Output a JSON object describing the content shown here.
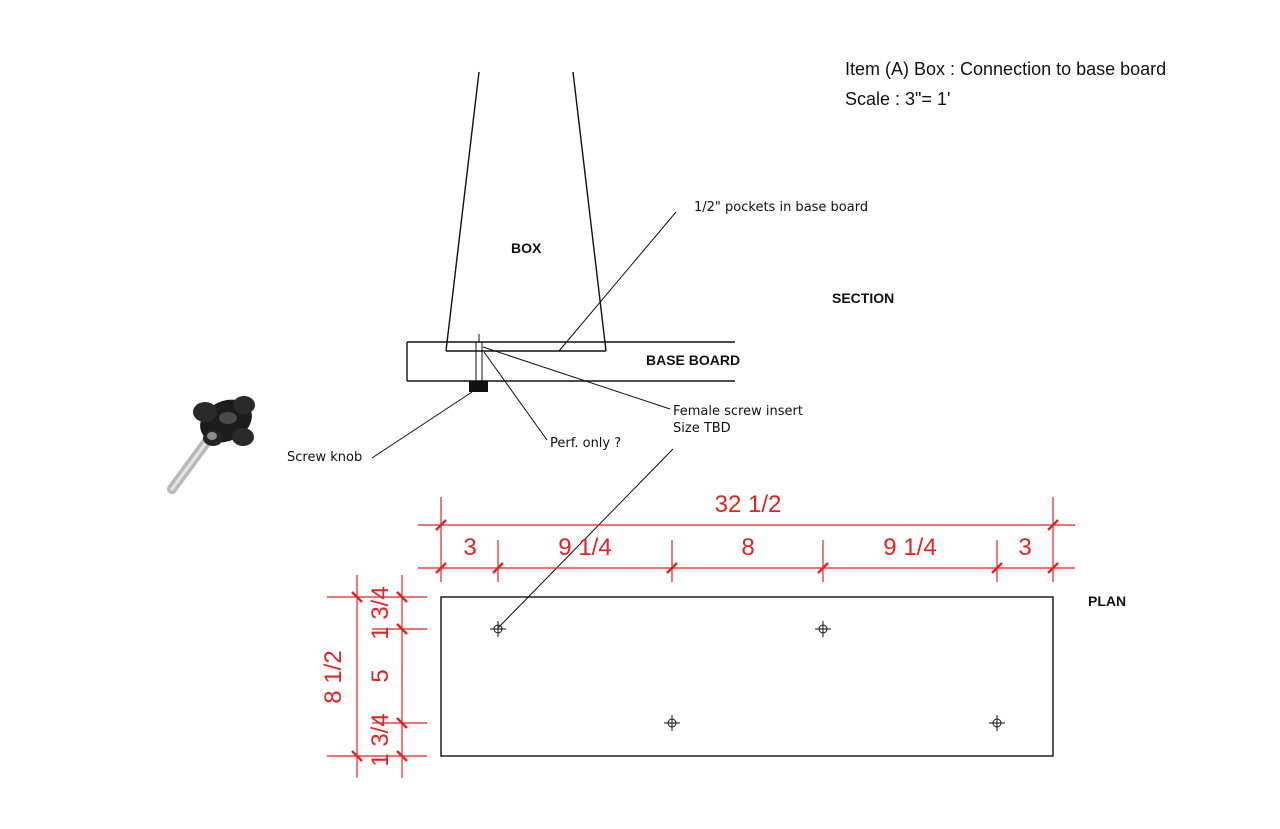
{
  "title": {
    "line1": "Item (A) Box : Connection to base board",
    "line2": "Scale : 3\"= 1'"
  },
  "section": {
    "heading": "SECTION",
    "box_label": "BOX",
    "base_board_label": "BASE BOARD",
    "callouts": {
      "pockets": "1/2\" pockets in base board",
      "insert_line1": "Female screw insert",
      "insert_line2": "Size TBD",
      "perf": "Perf. only ?",
      "screw_knob": "Screw knob"
    }
  },
  "plan": {
    "heading": "PLAN",
    "overall_width": "32 1/2",
    "width_segments": [
      "3",
      "9 1/4",
      "8",
      "9 1/4",
      "3"
    ],
    "overall_depth": "8 1/2",
    "depth_segments": [
      "1 3/4",
      "5",
      "1 3/4"
    ]
  },
  "colors": {
    "dimension": "#e32222",
    "linework": "#111111"
  },
  "icons": {
    "knob_photo": "star-knob-with-threaded-stud"
  }
}
